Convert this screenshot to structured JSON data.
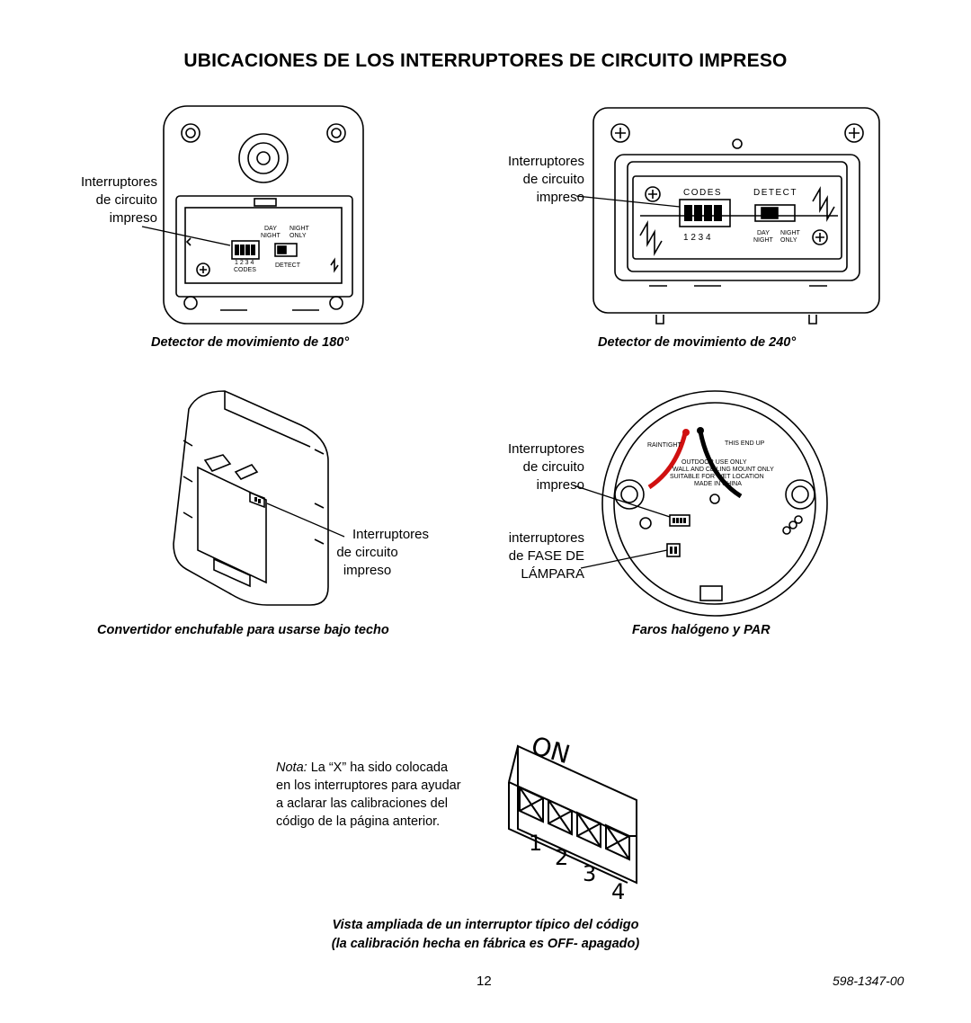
{
  "page": {
    "title": "UBICACIONES DE LOS INTERRUPTORES DE CIRCUITO IMPRESO",
    "page_number": "12",
    "doc_code": "598-1347-00"
  },
  "fig180": {
    "caption": "Detector de movimiento de 180°",
    "callout": [
      "Interruptores",
      "de circuito",
      "impreso"
    ],
    "day": "DAY",
    "night": "NIGHT",
    "night2": "NIGHT",
    "only": "ONLY",
    "codes_nums": "1 2 3 4",
    "codes": "CODES",
    "detect": "DETECT"
  },
  "fig240": {
    "caption": "Detector de movimiento de 240°",
    "callout": [
      "Interruptores",
      "de circuito",
      "impreso"
    ],
    "codes": "CODES",
    "detect": "DETECT",
    "codes_nums": "1  2  3  4",
    "day": "DAY",
    "night": "NIGHT",
    "night2": "NIGHT",
    "only": "ONLY"
  },
  "figPlug": {
    "caption": "Convertidor enchufable para usarse bajo techo",
    "callout": [
      "Interruptores",
      "de circuito",
      "impreso"
    ]
  },
  "figPar": {
    "caption": "Faros halógeno y PAR",
    "callout1": [
      "Interruptores",
      "de circuito",
      "impreso"
    ],
    "callout2": [
      "interruptores",
      "de FASE DE",
      "LÁMPARA"
    ],
    "raintight": "RAINTIGHT",
    "this_end_up": "THIS END UP",
    "outdoor": "OUTDOOR USE ONLY",
    "mount": "WALL AND CEILING MOUNT ONLY",
    "suitable": "SUITABLE FOR WET LOCATION",
    "made": "MADE IN CHINA"
  },
  "detail": {
    "on_label": "ON",
    "note_prefix": "Nota:",
    "note_lines": [
      " La “X” ha sido colocada",
      "en los interruptores para ayudar",
      "a aclarar las calibraciones del",
      "código de la página anterior."
    ],
    "switch_numbers": [
      "1",
      "2",
      "3",
      "4"
    ],
    "caption_lines": [
      "Vista ampliada de un interruptor típico del código",
      "(la calibración hecha en fábrica es OFF- apagado)"
    ]
  }
}
